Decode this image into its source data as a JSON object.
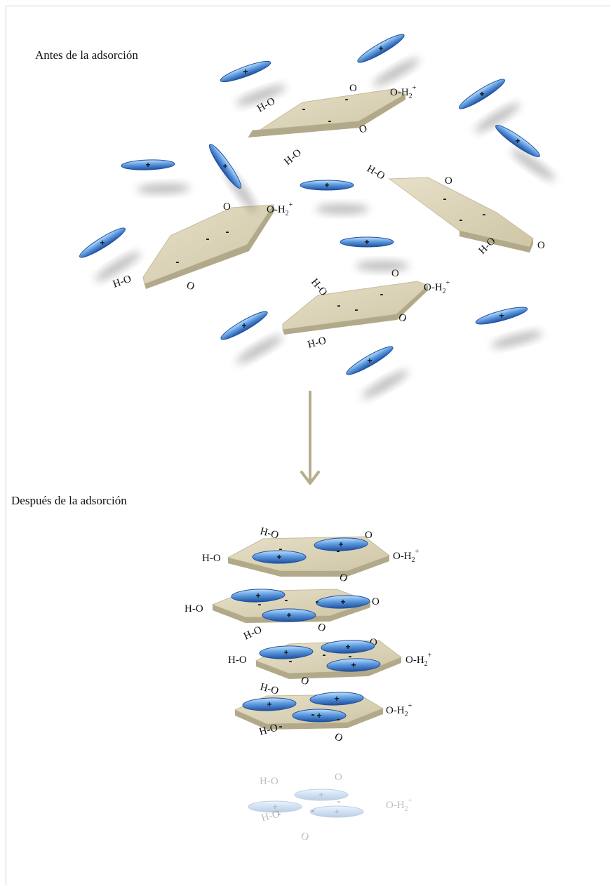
{
  "titles": {
    "before": "Antes de la adsorción",
    "after": "Después de la adsorción"
  },
  "labels": {
    "ho": "H-O",
    "o_minus": "O",
    "minus": "-",
    "plus": "+",
    "oh2_o": "O-H",
    "oh2_sub": "2",
    "oh2_sup": "+"
  },
  "colors": {
    "sheet_top": "#d8d0b4",
    "sheet_side": "#b2a98a",
    "ion_light": "#a9d2f5",
    "ion_dark": "#2a62b8",
    "arrow": "#b7ad8d"
  }
}
